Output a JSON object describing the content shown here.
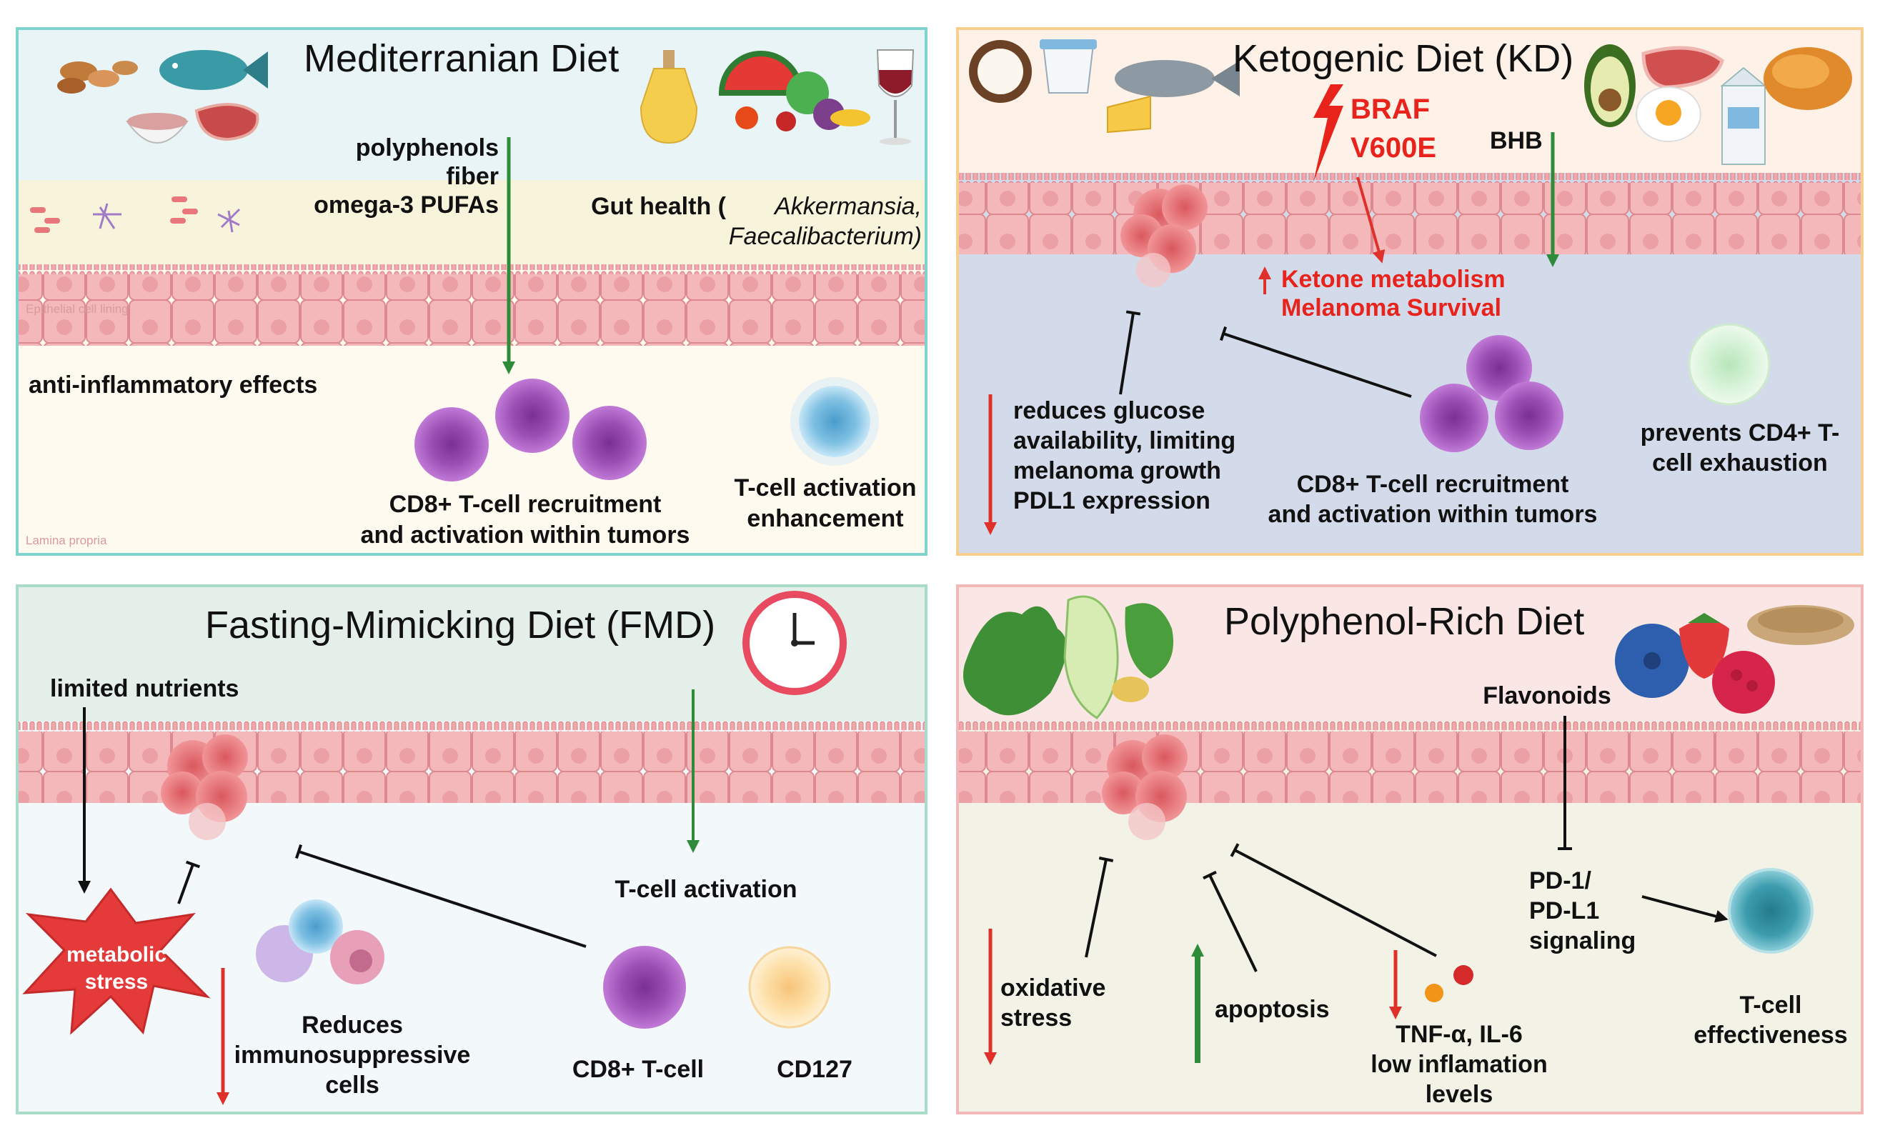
{
  "panels": {
    "mediterranean": {
      "title": "Mediterranian Diet",
      "nutrients": [
        "polyphenols",
        "fiber",
        "omega-3 PUFAs"
      ],
      "gut_health": "Gut health (",
      "gut_bacteria_1": "Akkermansia,",
      "gut_bacteria_2": "Faecalibacterium)",
      "epithelial_label": "Epithelial cell lining",
      "anti_inflammatory": "anti-inflammatory effects",
      "cd8_recruitment": [
        "CD8+ T-cell recruitment",
        "and activation within tumors"
      ],
      "tcell_activation": [
        "T-cell activation",
        "enhancement"
      ],
      "lamina_label": "Lamina propria"
    },
    "ketogenic": {
      "title": "Ketogenic Diet (KD)",
      "braf": [
        "BRAF",
        "V600E"
      ],
      "bhb": "BHB",
      "ketone": [
        "Ketone metabolism",
        "Melanoma Survival"
      ],
      "glucose": [
        "reduces glucose",
        "availability, limiting",
        "melanoma growth",
        "PDL1 expression"
      ],
      "cd8_recruitment": [
        "CD8+ T-cell recruitment",
        "and activation within tumors"
      ],
      "cd4": [
        "prevents CD4+ T-",
        "cell exhaustion"
      ]
    },
    "fmd": {
      "title": "Fasting-Mimicking Diet (FMD)",
      "limited": "limited nutrients",
      "metabolic": [
        "metabolic",
        "stress"
      ],
      "tcell_activation": "T-cell activation",
      "reduces": [
        "Reduces",
        "immunosuppressive",
        "cells"
      ],
      "cd8": "CD8+ T-cell",
      "cd127": "CD127"
    },
    "polyphenol": {
      "title": "Polyphenol-Rich Diet",
      "flavonoids": "Flavonoids",
      "pd1": [
        "PD-1/",
        "PD-L1",
        "signaling"
      ],
      "oxidative": [
        "oxidative",
        "stress"
      ],
      "apoptosis": "apoptosis",
      "tnf": [
        "TNF-α, IL-6",
        "low inflamation",
        "levels"
      ],
      "effectiveness": [
        "T-cell",
        "effectiveness"
      ]
    }
  },
  "colors": {
    "med_border": "#7fd3cf",
    "keto_border": "#f5cf8e",
    "fmd_border": "#a8dcc9",
    "poly_border": "#f2b7b7",
    "epithelium": "#f2b3b6",
    "cell_border": "#d97f86",
    "arrow_green": "#2e8b3a",
    "arrow_red": "#e0302a",
    "tumor": "#e8767a",
    "cd8_purple": "#9b4fb5",
    "tcell_blue": "#6fb4d8"
  },
  "icons": [
    "nuts-icon",
    "fish-icon",
    "grains-bowl-icon",
    "meat-icon",
    "olive-oil-icon",
    "watermelon-vegetables-icon",
    "wine-glass-icon",
    "coconut-icon",
    "yogurt-icon",
    "cheese-icon",
    "avocado-icon",
    "egg-icon",
    "milk-carton-icon",
    "roast-chicken-icon",
    "clock-icon",
    "lettuce-icon",
    "blueberry-icon",
    "strawberry-icon",
    "raspberry-icon",
    "lightning-icon"
  ]
}
